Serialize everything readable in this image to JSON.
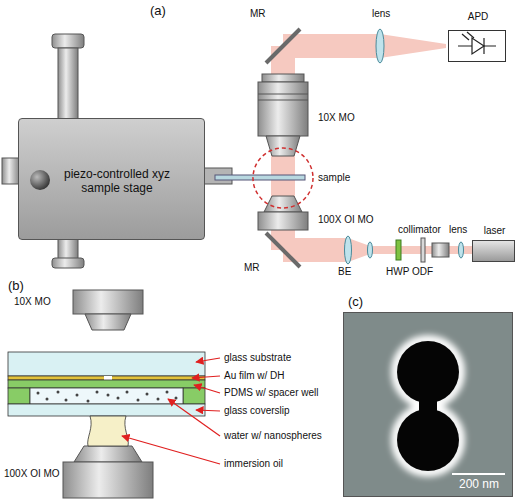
{
  "diagram": {
    "nodes": [
      {
        "text": [
          "APD"
        ]
      },
      {
        "text": [
          "piezo-controlled xyz sample stage"
        ]
      },
      {
        "text": [
          "laser"
        ]
      },
      {
        "text": [
          "200 nm"
        ]
      }
    ],
    "labels": [
      "(a)",
      "MR",
      "lens",
      "10X MO",
      "sample",
      "100X OI MO",
      "MR",
      "BE",
      "HWP",
      "ODF",
      "collimator",
      "lens",
      "(b)",
      "10X MO",
      "glass substrate",
      "Au film w/ DH",
      "PDMS w/ spacer well",
      "glass coverslip",
      "water w/ nanospheres",
      "immersion oil",
      "100X OI MO",
      "(c)"
    ]
  }
}
